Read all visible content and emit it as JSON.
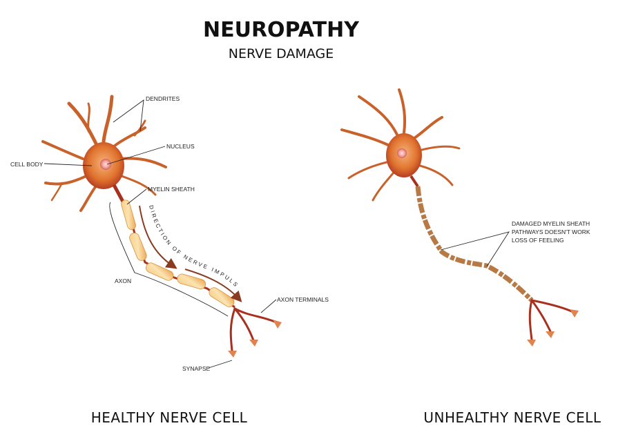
{
  "title": "NEUROPATHY",
  "subtitle": "NERVE DAMAGE",
  "healthy": {
    "caption": "HEALTHY NERVE CELL",
    "labels": {
      "dendrites": "DENDRITES",
      "nucleus": "NUCLEUS",
      "cell_body": "CELL BODY",
      "myelin_sheath": "MYELIN SHEATH",
      "axon": "AXON",
      "axon_terminals": "AXON TERMINALS",
      "synapse": "SYNAPSE",
      "direction": "DIRECTION OF NERVE IMPULSE"
    }
  },
  "unhealthy": {
    "caption": "UNHEALTHY NERVE CELL",
    "labels": [
      "DAMAGED MYELIN SHEATH",
      "PATHWAYS DOESN'T WORK",
      "LOSS OF FEELING"
    ]
  },
  "colors": {
    "cell": "#e0732e",
    "axon": "#a8301f",
    "myelin": "#f5c070",
    "damaged": "#b87a45"
  }
}
